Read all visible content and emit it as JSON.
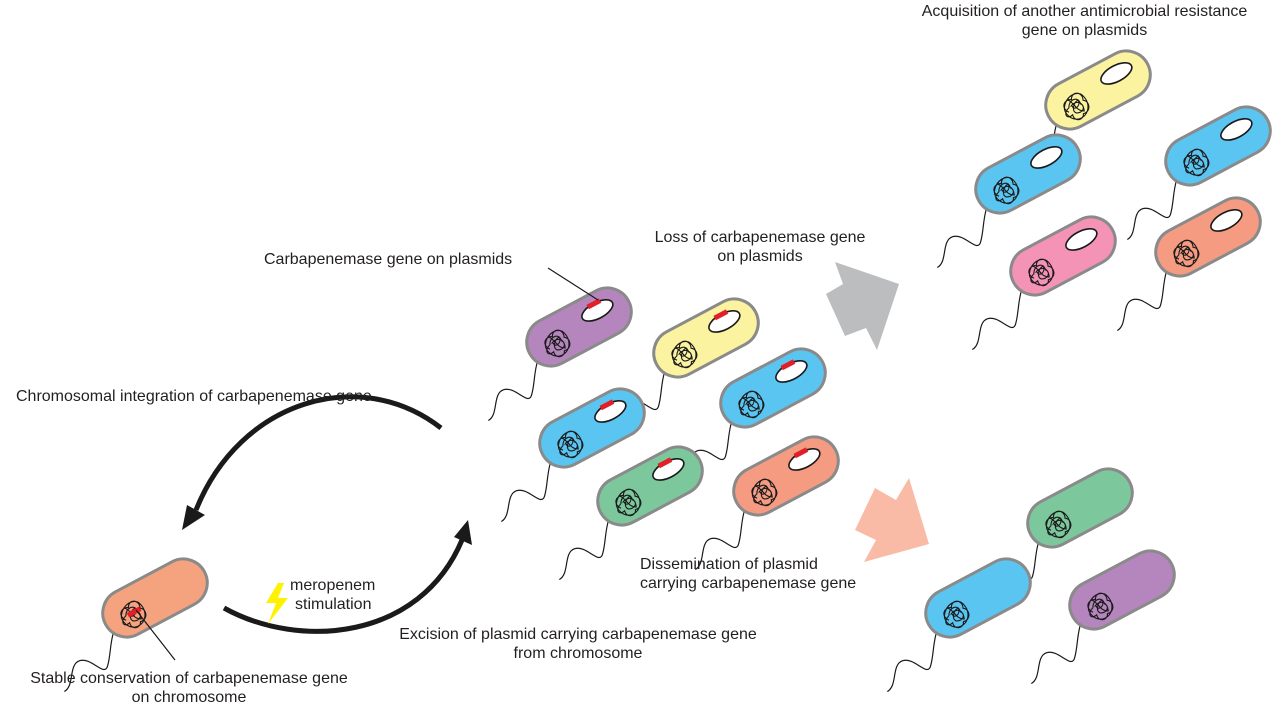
{
  "colors": {
    "outline": "#8a8a8a",
    "chromosome": "#1a1a1a",
    "gene": "#e21f26",
    "plasmid_fill": "#ffffff",
    "purple": "#b585bd",
    "yellow": "#fbf3a0",
    "blue": "#5bc5f2",
    "green": "#7cc89c",
    "salmon": "#f59b82",
    "pink": "#f493b5",
    "orange": "#f5a27f",
    "gray_arrow": "#bcbdbf",
    "peach_arrow": "#f9bba5",
    "bolt": "#fff200",
    "cycle_arrow": "#1a1a1a"
  },
  "labels": {
    "acquisition": [
      "Acquisition of another antimicrobial resistance",
      "gene on plasmids"
    ],
    "loss": [
      "Loss of carbapenemase gene",
      "on plasmids"
    ],
    "gene_on_plasmids": "Carbapenemase gene on plasmids",
    "integration": "Chromosomal integration of carbapenemase gene",
    "meropenem": [
      "meropenem",
      "stimulation"
    ],
    "excision": [
      "Excision of plasmid carrying carbapenemase gene",
      "from chromosome"
    ],
    "stable": [
      "Stable conservation of carbapenemase gene",
      "on chromosome"
    ],
    "dissemination": [
      "Dissemination of plasmid",
      "carrying carbapenemase gene"
    ]
  },
  "groups": {
    "chromosomal": {
      "bacteria": [
        {
          "color": "orange",
          "plasmid": false,
          "chromosomal_gene": true
        }
      ]
    },
    "plasmid_carriers": {
      "bacteria": [
        {
          "color": "purple",
          "plasmid": true,
          "plasmid_gene": true
        },
        {
          "color": "yellow",
          "plasmid": true,
          "plasmid_gene": true
        },
        {
          "color": "blue",
          "plasmid": true,
          "plasmid_gene": true
        },
        {
          "color": "blue",
          "plasmid": true,
          "plasmid_gene": true
        },
        {
          "color": "green",
          "plasmid": true,
          "plasmid_gene": true
        },
        {
          "color": "salmon",
          "plasmid": true,
          "plasmid_gene": true
        }
      ]
    },
    "lost_gene": {
      "bacteria": [
        {
          "color": "yellow",
          "plasmid": true,
          "plasmid_gene": false
        },
        {
          "color": "blue",
          "plasmid": true,
          "plasmid_gene": false
        },
        {
          "color": "blue",
          "plasmid": true,
          "plasmid_gene": false
        },
        {
          "color": "pink",
          "plasmid": true,
          "plasmid_gene": false
        },
        {
          "color": "salmon",
          "plasmid": true,
          "plasmid_gene": false
        }
      ]
    },
    "disseminated": {
      "bacteria": [
        {
          "color": "green",
          "plasmid": false
        },
        {
          "color": "blue",
          "plasmid": false
        },
        {
          "color": "purple",
          "plasmid": false
        }
      ]
    }
  }
}
